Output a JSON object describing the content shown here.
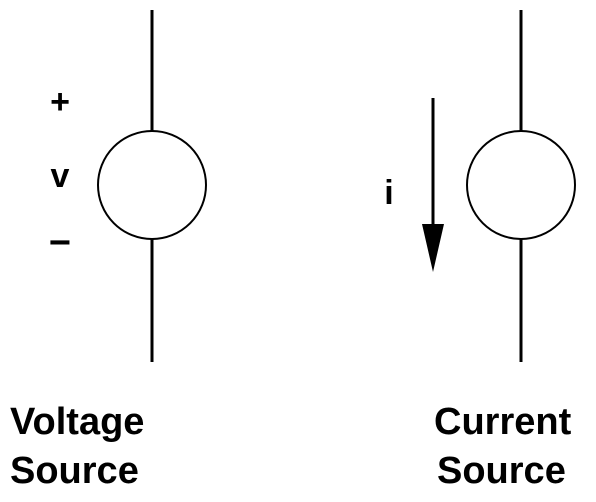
{
  "voltage_source": {
    "plus": "+",
    "variable": "v",
    "minus": "−",
    "label_line1": "Voltage",
    "label_line2": "Source"
  },
  "current_source": {
    "variable": "i",
    "label_line1": "Current",
    "label_line2": "Source"
  },
  "colors": {
    "stroke": "#000000",
    "background": "#ffffff"
  }
}
